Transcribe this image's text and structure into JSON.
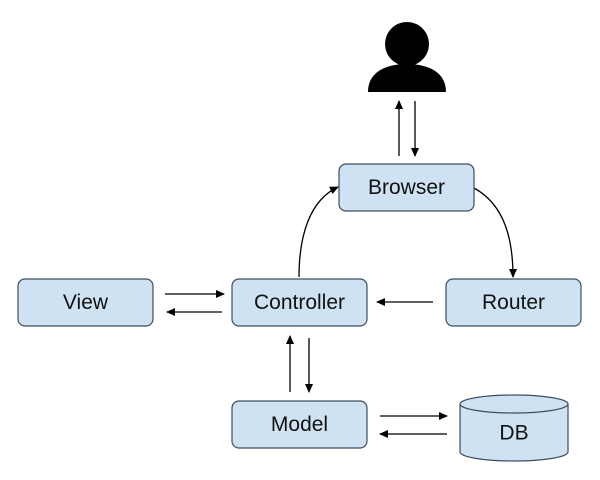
{
  "diagram": {
    "nodes": {
      "browser": {
        "label": "Browser"
      },
      "view": {
        "label": "View"
      },
      "controller": {
        "label": "Controller"
      },
      "router": {
        "label": "Router"
      },
      "model": {
        "label": "Model"
      },
      "db": {
        "label": "DB"
      }
    },
    "user_icon": "user-icon",
    "edges": [
      {
        "from": "user",
        "to": "browser"
      },
      {
        "from": "browser",
        "to": "user"
      },
      {
        "from": "browser",
        "to": "router"
      },
      {
        "from": "router",
        "to": "controller"
      },
      {
        "from": "controller",
        "to": "browser"
      },
      {
        "from": "view",
        "to": "controller"
      },
      {
        "from": "controller",
        "to": "view"
      },
      {
        "from": "model",
        "to": "controller"
      },
      {
        "from": "controller",
        "to": "model"
      },
      {
        "from": "model",
        "to": "db"
      },
      {
        "from": "db",
        "to": "model"
      }
    ],
    "colors": {
      "node_fill": "#cfe2f3",
      "node_stroke": "#3d4f5f",
      "edge": "#000000",
      "user_icon": "#000000"
    }
  }
}
